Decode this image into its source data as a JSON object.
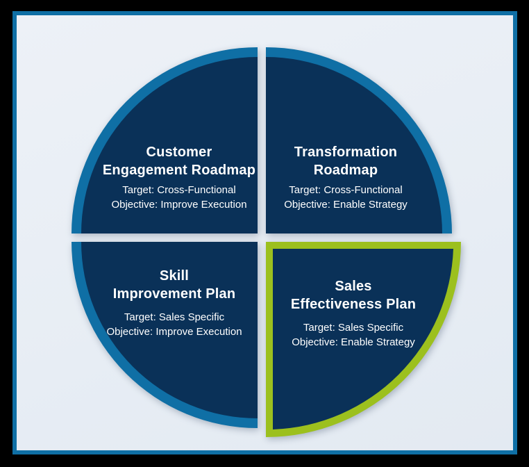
{
  "colors": {
    "frame_outer": "#000000",
    "frame_inner_border": "#0f6fa5",
    "background": "#e9eef5",
    "quadrant_fill": "#0a3158",
    "ring_blue": "#0f6fa5",
    "ring_green": "#9cc01e",
    "text": "#ffffff"
  },
  "diagram": {
    "type": "quadrant-matrix",
    "quadrants": [
      {
        "position": "top-left",
        "title_line1": "Customer",
        "title_line2": "Engagement Roadmap",
        "target": "Target: Cross-Functional",
        "objective": "Objective: Improve Execution",
        "ring_color": "#0f6fa5",
        "highlighted": false
      },
      {
        "position": "top-right",
        "title_line1": "Transformation",
        "title_line2": "Roadmap",
        "target": "Target: Cross-Functional",
        "objective": "Objective: Enable Strategy",
        "ring_color": "#0f6fa5",
        "highlighted": false
      },
      {
        "position": "bottom-left",
        "title_line1": "Skill",
        "title_line2": "Improvement Plan",
        "target": "Target: Sales Specific",
        "objective": "Objective: Improve Execution",
        "ring_color": "#0f6fa5",
        "highlighted": false
      },
      {
        "position": "bottom-right",
        "title_line1": "Sales",
        "title_line2": "Effectiveness Plan",
        "target": "Target: Sales Specific",
        "objective": "Objective: Enable Strategy",
        "ring_color": "#9cc01e",
        "highlighted": true
      }
    ]
  }
}
